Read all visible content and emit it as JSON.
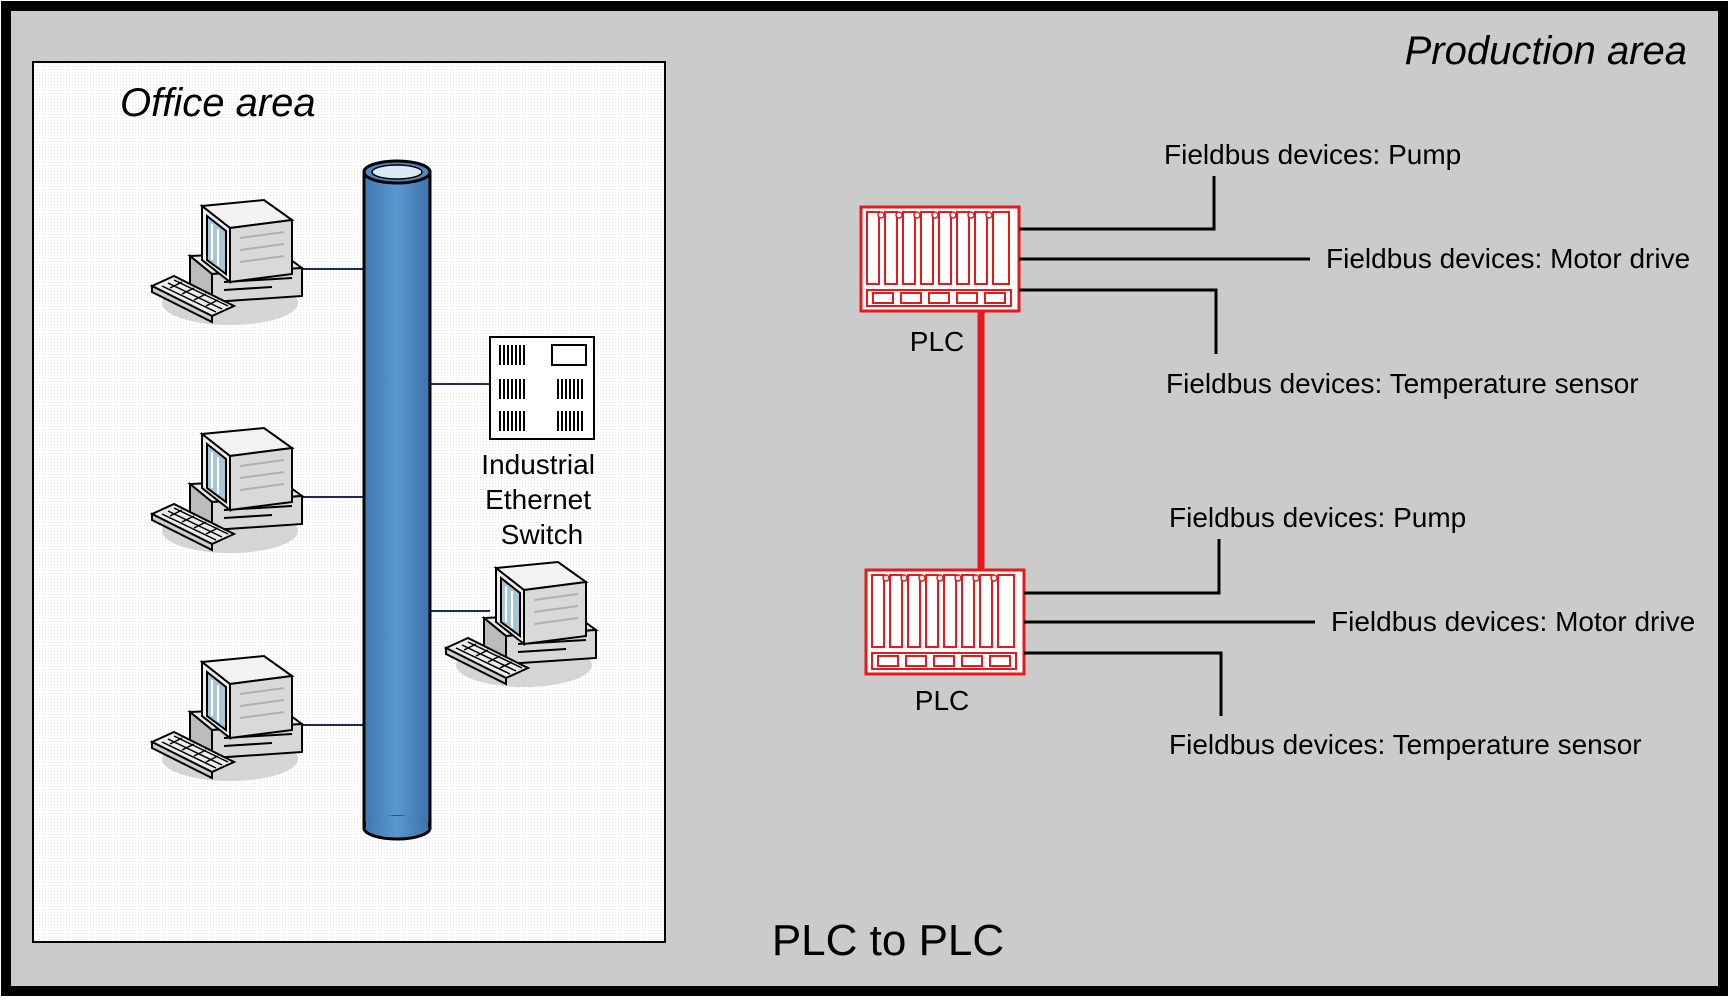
{
  "production_area": {
    "title": "Production area"
  },
  "office_area": {
    "title": "Office area"
  },
  "switch": {
    "label_lines": [
      "Industrial",
      "Ethernet",
      "Switch"
    ]
  },
  "plcs": [
    {
      "label": "PLC",
      "fieldbus": [
        "Fieldbus devices: Pump",
        "Fieldbus devices: Motor drive",
        "Fieldbus devices: Temperature sensor"
      ]
    },
    {
      "label": "PLC",
      "fieldbus": [
        "Fieldbus devices: Pump",
        "Fieldbus devices: Motor drive",
        "Fieldbus devices: Temperature sensor"
      ]
    }
  ],
  "caption": "PLC to PLC",
  "colors": {
    "frame": "#000000",
    "production_bg": "#cbcbcb",
    "office_bg": "#ffffff",
    "bus": "#4f88c0",
    "plc": "#e8191c",
    "plc_link": "#e8191c"
  },
  "icons": {
    "workstation": "workstation-icon",
    "switch": "ethernet-switch-icon",
    "plc": "plc-rack-icon"
  }
}
